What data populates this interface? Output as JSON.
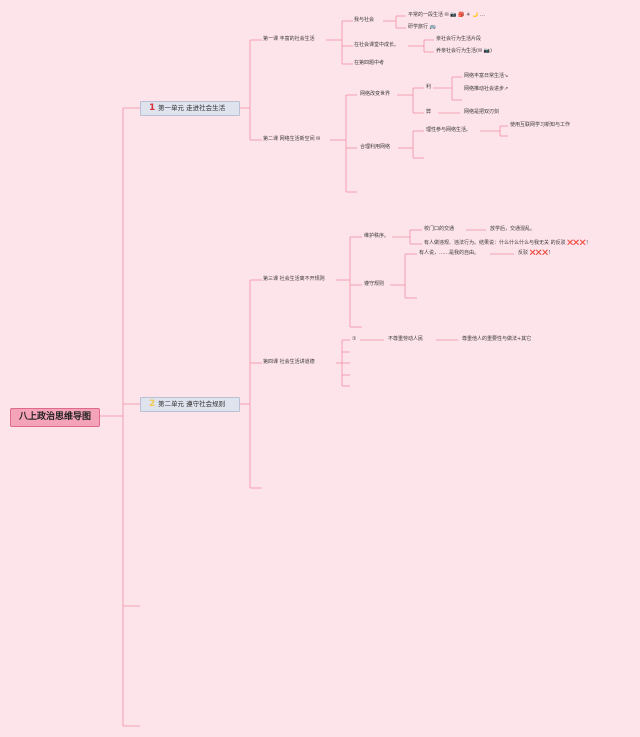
{
  "title": "八上政治思维导图",
  "unit1": {
    "num": "1",
    "label": "第一单元 走进社会生活"
  },
  "unit2": {
    "num": "2",
    "label": "第二单元 遵守社会规则"
  },
  "lesson1": "第一课 丰富的社会生活",
  "lesson1_items": {
    "me_society": "我与社会",
    "me_society_sub1": "平常的一段生活 ✉ 📷 🎒 ☀ 🌙 …",
    "me_society_sub2": "研学旅行 🚌",
    "grow": "在社会课堂中成长。",
    "grow_sub1": "亲社会行为生活片段",
    "grow_sub2": "养亲社会行为生活(✉ 📷)",
    "exam": "在第四题中考"
  },
  "lesson2": "第二课 网络生活新空间 ✉",
  "lesson2_items": {
    "change": "网络改变世界",
    "benefit": "利",
    "benefit_sub1": "网络丰富日常生活↘",
    "benefit_sub2": "网络推动社会进步↗",
    "harm": "弊",
    "harm_sub1": "网络是把双刃剑",
    "use": "合理利用网络",
    "use_sub1": "理性参与网络生活。",
    "use_sub2": "使用互联网学习新知与工作"
  },
  "lesson3": "第三课 社会生活离不开规则",
  "lesson3_items": {
    "order": "维护秩序。",
    "order_sub1": "校门口的交通",
    "order_sub1b": "放学后，交通混乱。",
    "order_sub2": "有人做违规、违法行为。结果说：什么什么什么与我无关 的反驳 ❌❌❌！",
    "follow": "遵守规则",
    "follow_sub1": "有人说，……是我的自由。",
    "follow_sub1b": "反驳 ❌❌❌！"
  },
  "lesson4": "第四课 社会生活讲道德",
  "lesson4_items": {
    "mark": "①",
    "respect": "不尊重劳动人民",
    "respect_sub": "尊重他人的重要性与做法+其它"
  }
}
